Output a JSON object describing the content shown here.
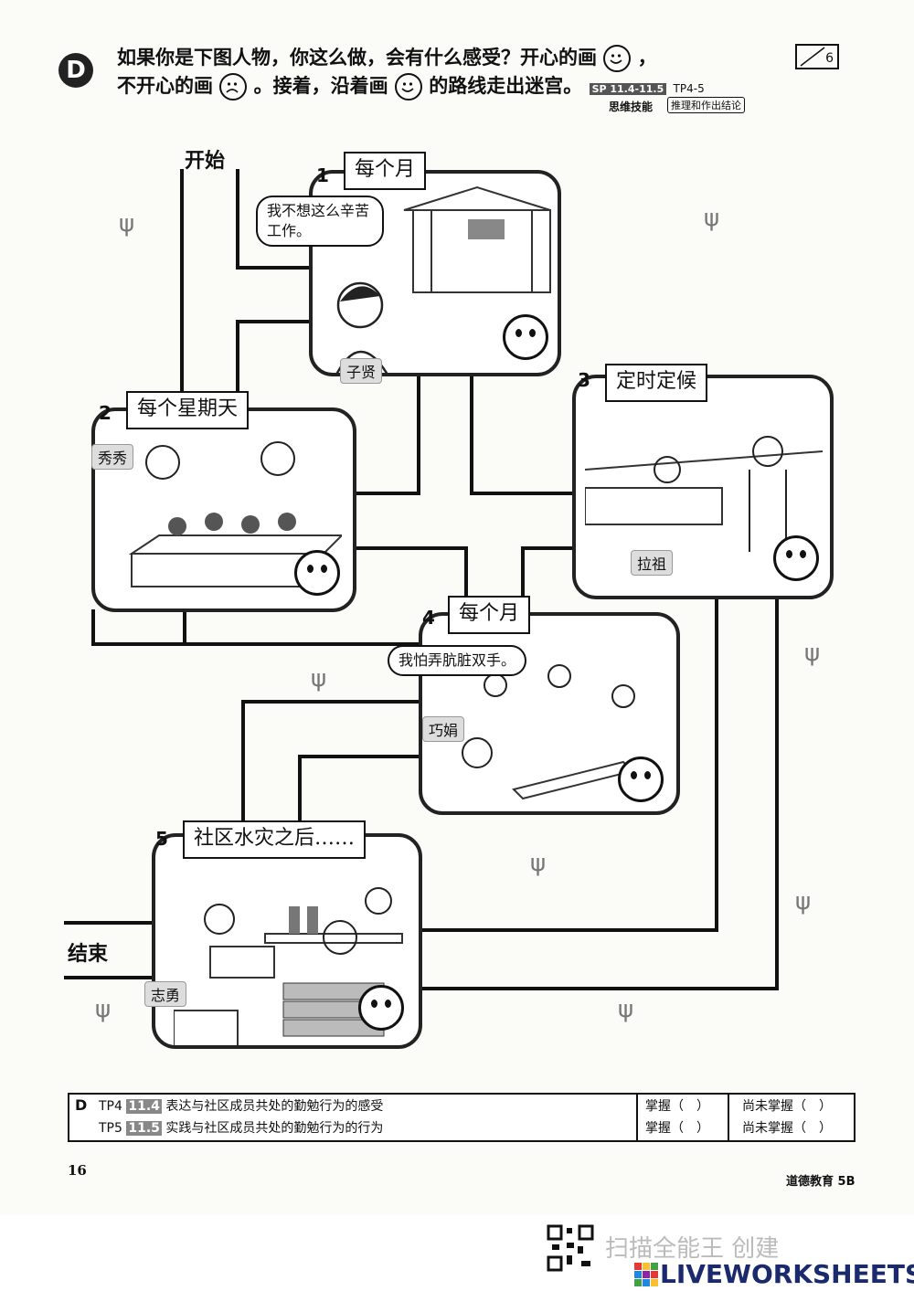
{
  "header": {
    "badge": "D",
    "line1_a": "如果你是下图人物，你这么做，会有什么感受？开心的画",
    "line1_b": "，",
    "line2_a": "不开心的画",
    "line2_b": "。接着，沿着画",
    "line2_c": "的路线走出迷宫。",
    "sp_ref": "SP 11.4-11.5",
    "tp_ref": "TP4-5",
    "skill_label": "思维技能",
    "skill_tag": "推理和作出结论",
    "score": "6"
  },
  "maze": {
    "start_label": "开始",
    "end_label": "结束",
    "panels": [
      {
        "num": "1",
        "title": "每个月",
        "name": "子贤",
        "speech": "我不想这么辛苦工作。"
      },
      {
        "num": "2",
        "title": "每个星期天",
        "name": "秀秀",
        "speech": ""
      },
      {
        "num": "3",
        "title": "定时定候",
        "name": "拉祖",
        "speech": ""
      },
      {
        "num": "4",
        "title": "每个月",
        "name": "巧娟",
        "speech": "我怕弄肮脏双手。"
      },
      {
        "num": "5",
        "title": "社区水灾之后……",
        "name": "志勇",
        "speech": ""
      }
    ]
  },
  "assessment": {
    "label": "D",
    "rows": [
      {
        "tp": "TP4",
        "code": "11.4",
        "text": "表达与社区成员共处的勤勉行为的感受",
        "mastered": "掌握（　）",
        "not_mastered": "尚未掌握（　）"
      },
      {
        "tp": "TP5",
        "code": "11.5",
        "text": "实践与社区成员共处的勤勉行为的行为",
        "mastered": "掌握（　）",
        "not_mastered": "尚未掌握（　）"
      }
    ]
  },
  "footer": {
    "page_number": "16",
    "book_title": "道德教育 5B"
  },
  "branding": {
    "scan_text": "扫描全能王 创建",
    "logo_text": "LIVEWORKSHEETS"
  }
}
